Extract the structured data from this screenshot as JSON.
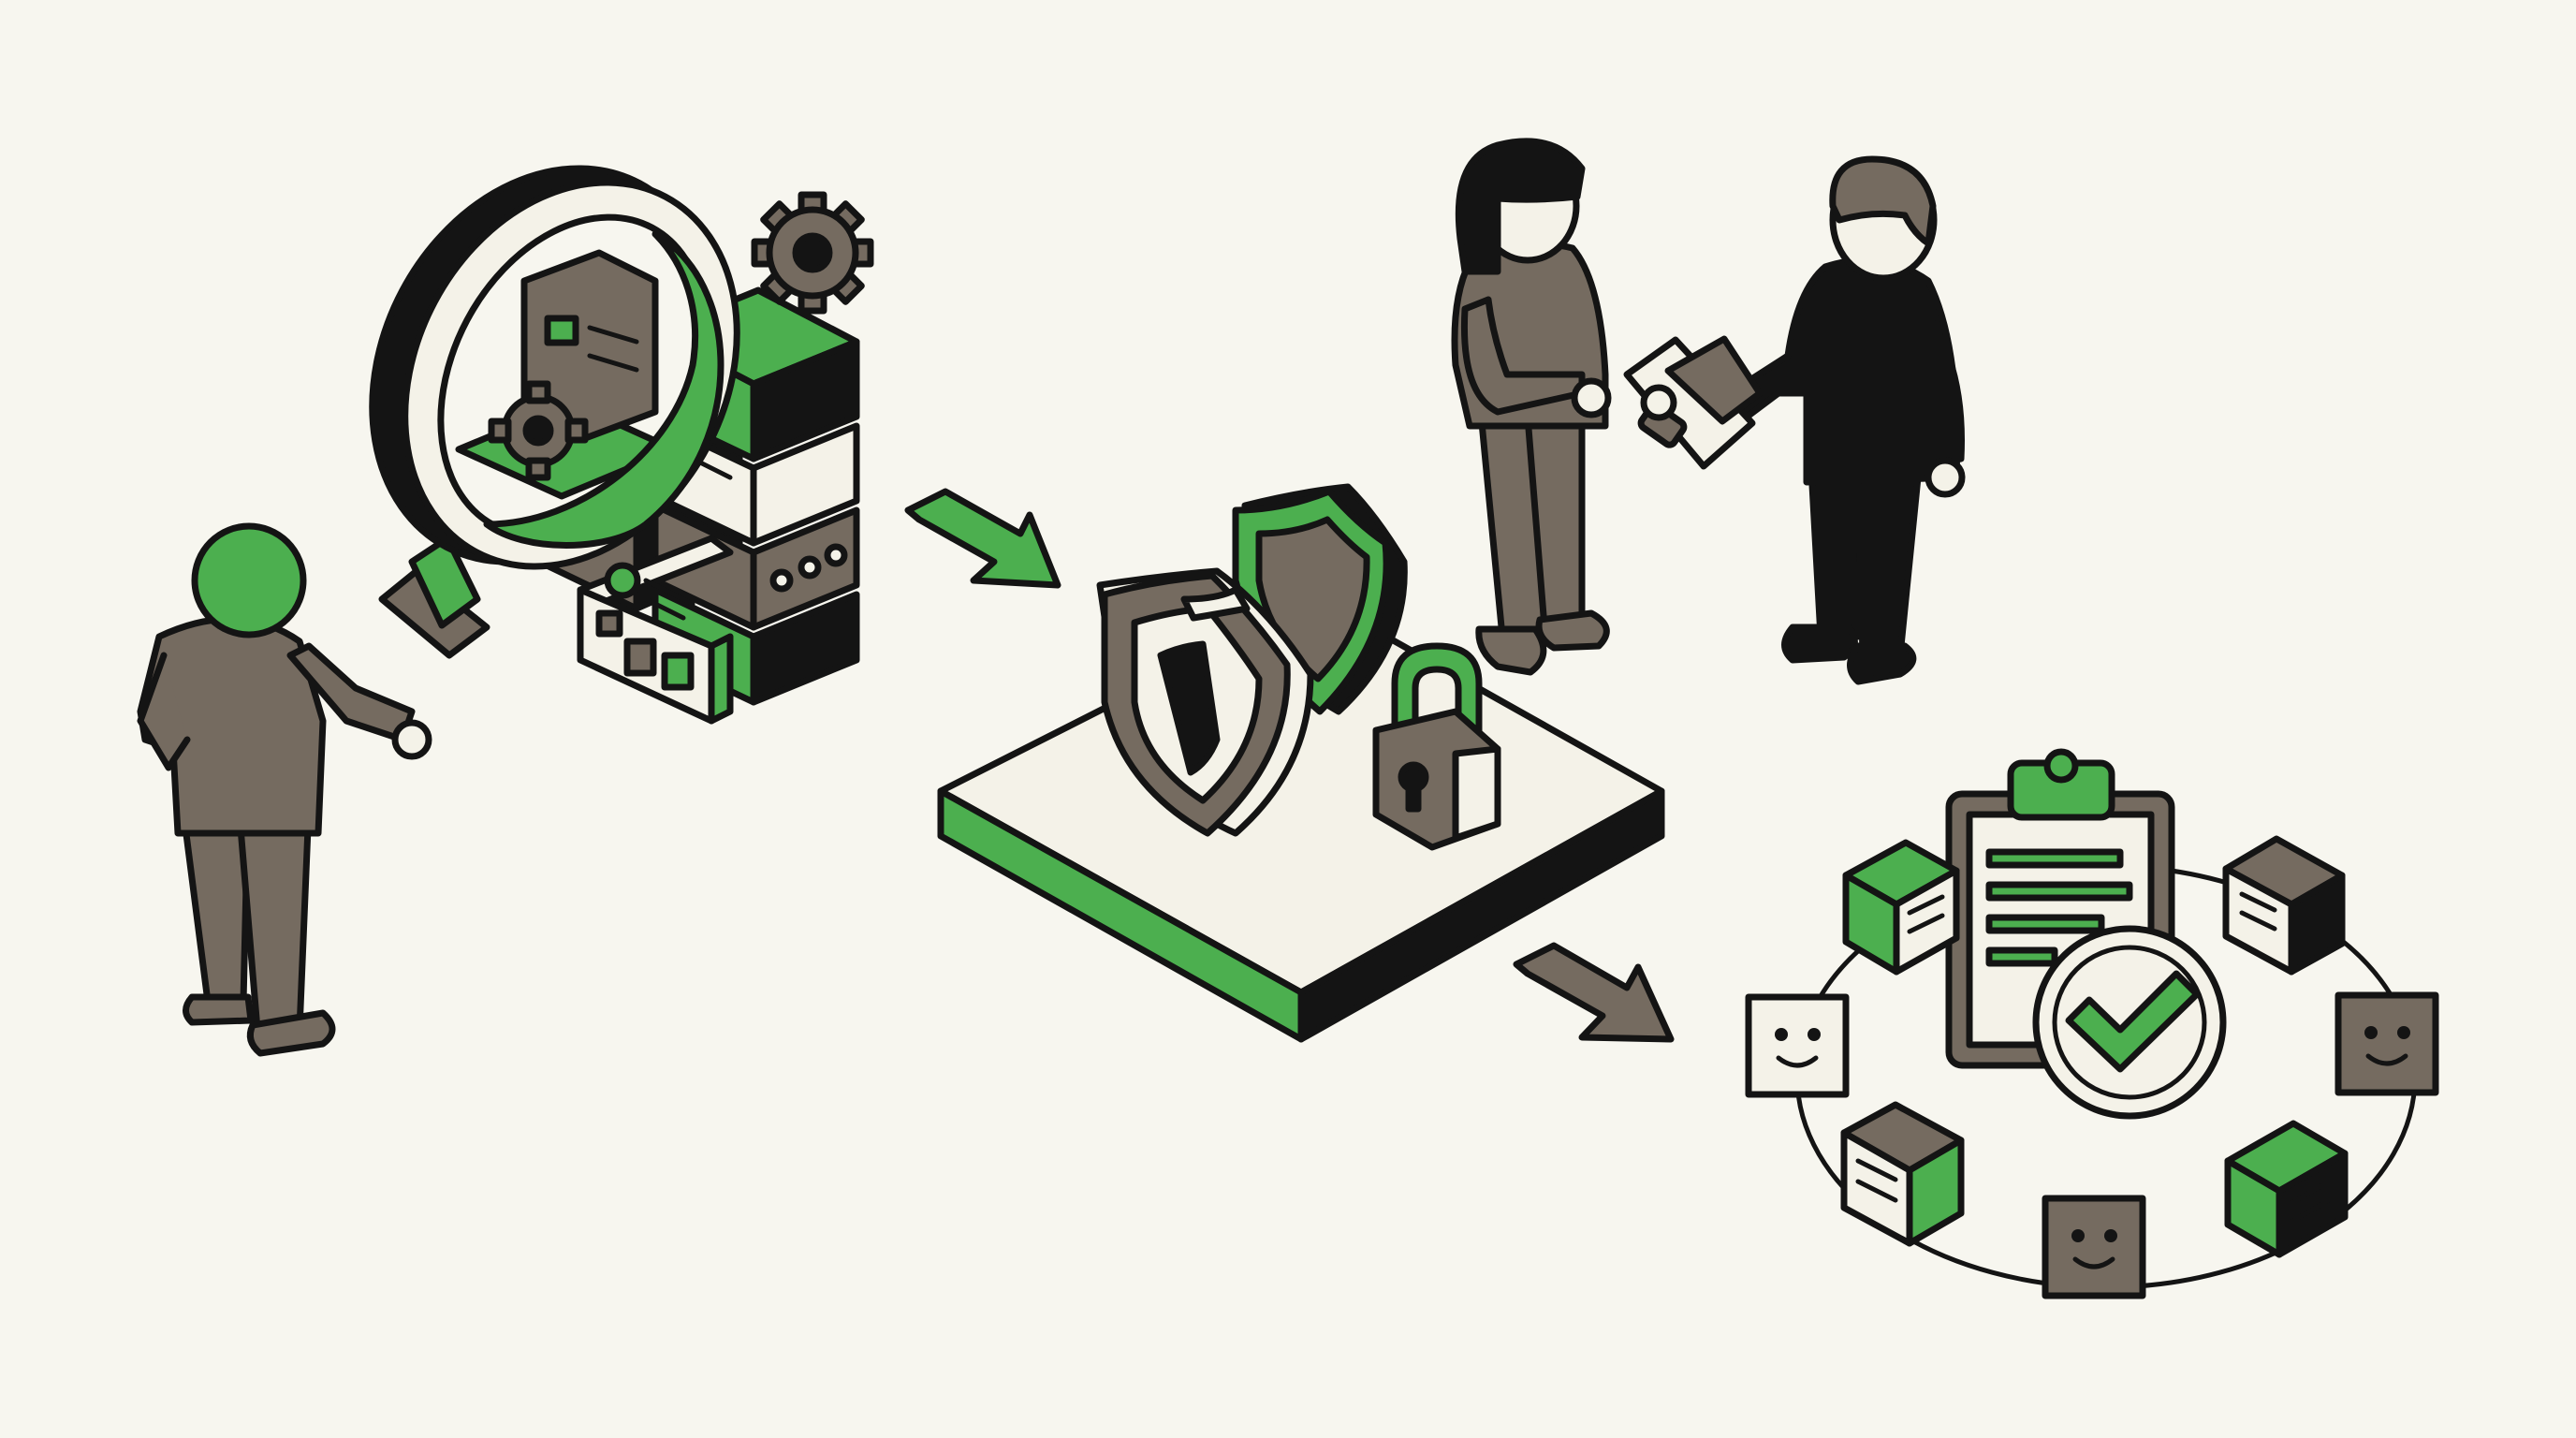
{
  "colors": {
    "background": "#f7f6ef",
    "ink": "#141414",
    "green": "#4caf4f",
    "brown": "#756b60",
    "paper": "#f4f2e8"
  },
  "icons": [
    "person-inspector",
    "magnifier-icon",
    "server-stack-icon",
    "gear-icon",
    "dashboard-panel-icon",
    "arrow-right-down-icon",
    "platform",
    "shield-icon",
    "padlock-icon",
    "handshake-people",
    "document-exchange-icon",
    "clipboard-icon",
    "checkmark-icon",
    "module-cube-icon",
    "smiley-face-icon"
  ]
}
